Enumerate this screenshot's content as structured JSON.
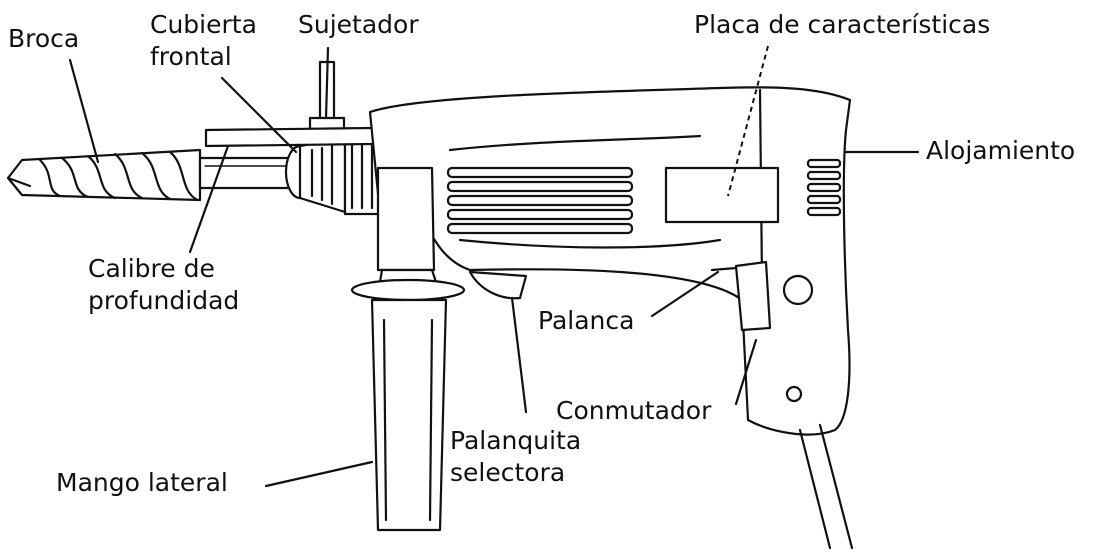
{
  "labels": {
    "broca": "Broca",
    "cubierta_frontal_1": "Cubierta",
    "cubierta_frontal_2": "frontal",
    "sujetador": "Sujetador",
    "placa": "Placa de características",
    "alojamiento": "Alojamiento",
    "calibre_1": "Calibre de",
    "calibre_2": "profundidad",
    "palanca": "Palanca",
    "conmutador": "Conmutador",
    "palanquita_1": "Palanquita",
    "palanquita_2": "selectora",
    "mango_lateral": "Mango lateral"
  }
}
